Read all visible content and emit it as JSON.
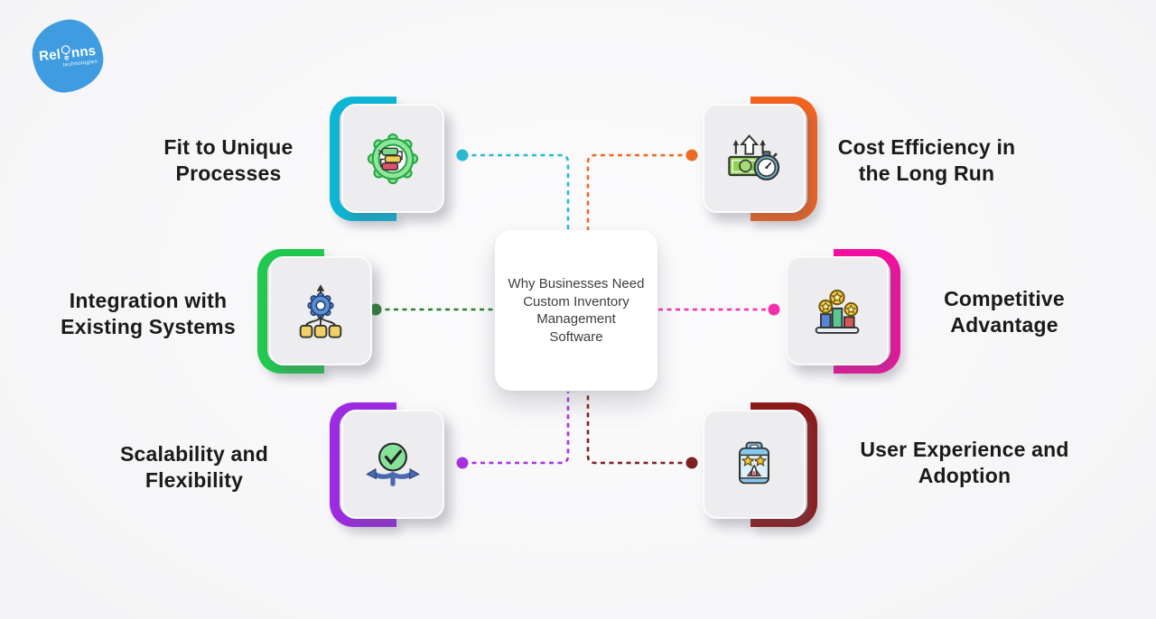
{
  "logo": {
    "brand_left": "Rel",
    "brand_right": "nns",
    "tagline": "technologies",
    "color": "#3f9ce1",
    "icon": "lightbulb-icon"
  },
  "center": {
    "title": "Why Businesses Need Custom Inventory Management Software",
    "title_lines": [
      "Why Businesses Need",
      "Custom Inventory",
      "Management",
      "Software"
    ]
  },
  "nodes": [
    {
      "id": "fit-to-unique-processes",
      "label": "Fit to Unique Processes",
      "side": "left",
      "row": "top",
      "accent": "#0db7d4",
      "connector": "#29b9d6",
      "icon": "process-gear-icon"
    },
    {
      "id": "integration-with-existing-systems",
      "label": "Integration with Existing Systems",
      "side": "left",
      "row": "middle",
      "accent": "#22c94f",
      "connector": "#2e7d32",
      "icon": "integration-hierarchy-icon"
    },
    {
      "id": "scalability-and-flexibility",
      "label": "Scalability and Flexibility",
      "side": "left",
      "row": "bottom",
      "accent": "#9d2be2",
      "connector": "#a832e0",
      "icon": "flexibility-arrows-icon"
    },
    {
      "id": "cost-efficiency-long-run",
      "label": "Cost Efficiency in the Long Run",
      "side": "right",
      "row": "top",
      "accent": "#f3641f",
      "connector": "#ed6a24",
      "icon": "money-growth-stopwatch-icon"
    },
    {
      "id": "competitive-advantage",
      "label": "Competitive Advantage",
      "side": "right",
      "row": "middle",
      "accent": "#f40fa0",
      "connector": "#f32fae",
      "icon": "podium-medals-icon"
    },
    {
      "id": "user-experience-adoption",
      "label": "User Experience and Adoption",
      "side": "right",
      "row": "bottom",
      "accent": "#8e1a1a",
      "connector": "#7e2020",
      "icon": "app-rocket-icon"
    }
  ]
}
